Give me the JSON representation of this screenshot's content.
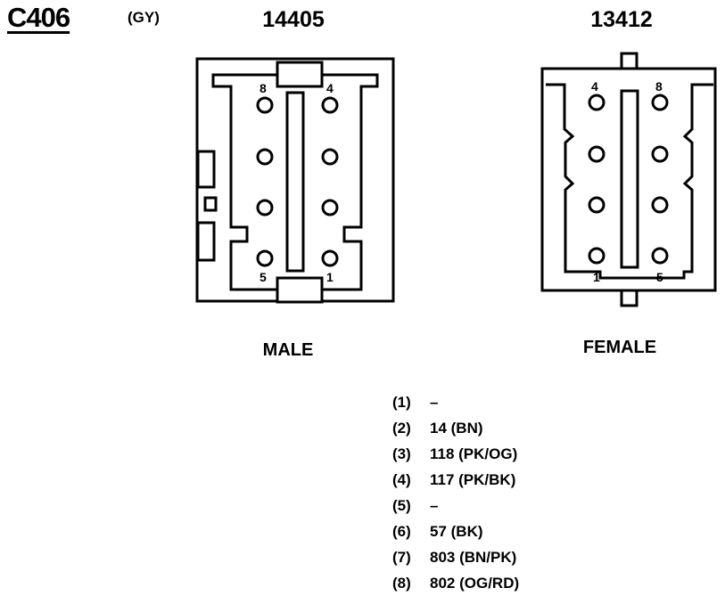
{
  "connector": {
    "id": "C406",
    "color_code": "(GY)"
  },
  "male": {
    "part_number": "14405",
    "label": "MALE",
    "pin_labels": {
      "top_left": "8",
      "top_right": "4",
      "bottom_left": "5",
      "bottom_right": "1"
    }
  },
  "female": {
    "part_number": "13412",
    "label": "FEMALE",
    "pin_labels": {
      "top_left": "4",
      "top_right": "8",
      "bottom_left": "1",
      "bottom_right": "5"
    }
  },
  "pinout": [
    {
      "pin": "(1)",
      "circuit": "–"
    },
    {
      "pin": "(2)",
      "circuit": "14 (BN)"
    },
    {
      "pin": "(3)",
      "circuit": "118 (PK/OG)"
    },
    {
      "pin": "(4)",
      "circuit": "117 (PK/BK)"
    },
    {
      "pin": "(5)",
      "circuit": "–"
    },
    {
      "pin": "(6)",
      "circuit": "57 (BK)"
    },
    {
      "pin": "(7)",
      "circuit": "803 (BN/PK)"
    },
    {
      "pin": "(8)",
      "circuit": "802 (OG/RD)"
    }
  ]
}
